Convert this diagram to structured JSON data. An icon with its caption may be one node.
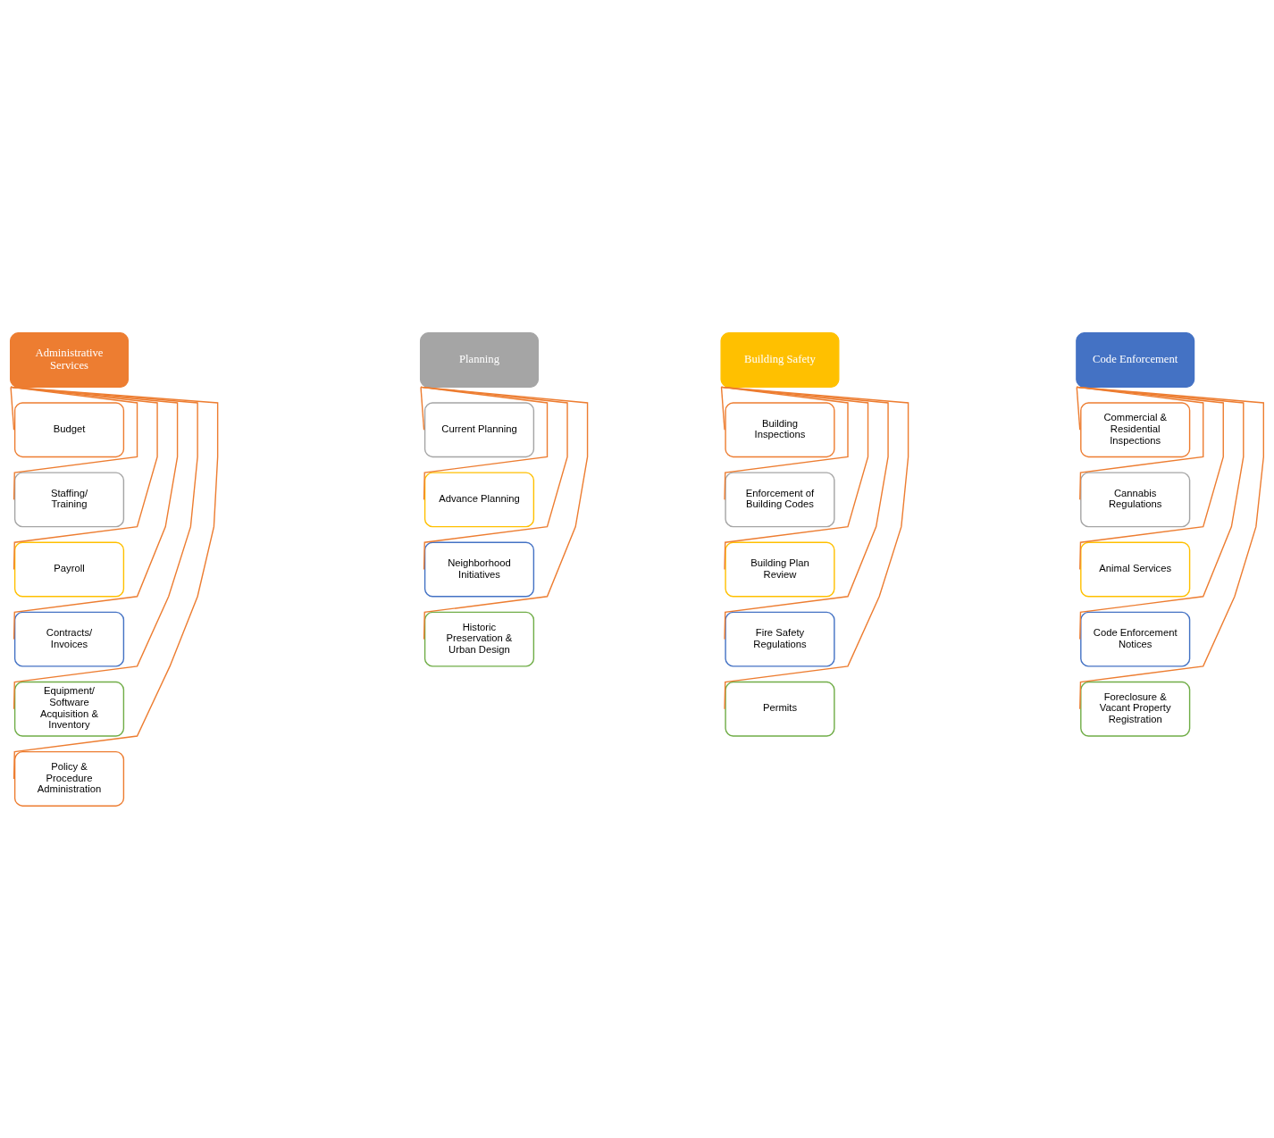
{
  "diagram": {
    "nodes": [
      {
        "text": [
          "Administrative Services"
        ]
      },
      {
        "text": [
          "Budget"
        ]
      },
      {
        "text": [
          "Staffing/ Training"
        ]
      },
      {
        "text": [
          "Payroll"
        ]
      },
      {
        "text": [
          "Contracts/ Invoices"
        ]
      },
      {
        "text": [
          "Equipment/ Software Acquisition & Inventory"
        ]
      },
      {
        "text": [
          "Policy & Procedure Administration"
        ]
      },
      {
        "text": [
          "Planning"
        ]
      },
      {
        "text": [
          "Current Planning"
        ]
      },
      {
        "text": [
          "Advance Planning"
        ]
      },
      {
        "text": [
          "Neighborhood Initiatives"
        ]
      },
      {
        "text": [
          "Historic Preservation & Urban Design"
        ]
      },
      {
        "text": [
          "Building Safety"
        ]
      },
      {
        "text": [
          "Building Inspections"
        ]
      },
      {
        "text": [
          "Enforcement of Building Codes"
        ]
      },
      {
        "text": [
          "Building Plan Review"
        ]
      },
      {
        "text": [
          "Fire Safety Regulations"
        ]
      },
      {
        "text": [
          "Permits"
        ]
      },
      {
        "text": [
          "Code Enforcement"
        ]
      },
      {
        "text": [
          "Commercial & Residential Inspections"
        ]
      },
      {
        "text": [
          "Cannabis Regulations"
        ]
      },
      {
        "text": [
          "Animal Services"
        ]
      },
      {
        "text": [
          "Code Enforcement Notices"
        ]
      },
      {
        "text": [
          "Foreclosure & Vacant Property Registration"
        ]
      }
    ],
    "edges": [
      {
        "from": 0,
        "to": 1,
        "arrow": "none"
      },
      {
        "from": 0,
        "to": 2,
        "arrow": "none"
      },
      {
        "from": 0,
        "to": 3,
        "arrow": "none"
      },
      {
        "from": 0,
        "to": 4,
        "arrow": "none"
      },
      {
        "from": 0,
        "to": 5,
        "arrow": "none"
      },
      {
        "from": 0,
        "to": 6,
        "arrow": "none"
      },
      {
        "from": 7,
        "to": 8,
        "arrow": "none"
      },
      {
        "from": 7,
        "to": 9,
        "arrow": "none"
      },
      {
        "from": 7,
        "to": 10,
        "arrow": "none"
      },
      {
        "from": 7,
        "to": 11,
        "arrow": "none"
      },
      {
        "from": 12,
        "to": 13,
        "arrow": "none"
      },
      {
        "from": 12,
        "to": 14,
        "arrow": "none"
      },
      {
        "from": 12,
        "to": 15,
        "arrow": "none"
      },
      {
        "from": 12,
        "to": 16,
        "arrow": "none"
      },
      {
        "from": 12,
        "to": 17,
        "arrow": "none"
      },
      {
        "from": 18,
        "to": 19,
        "arrow": "none"
      },
      {
        "from": 18,
        "to": 20,
        "arrow": "none"
      },
      {
        "from": 18,
        "to": 21,
        "arrow": "none"
      },
      {
        "from": 18,
        "to": 22,
        "arrow": "none"
      },
      {
        "from": 18,
        "to": 23,
        "arrow": "none"
      }
    ]
  }
}
